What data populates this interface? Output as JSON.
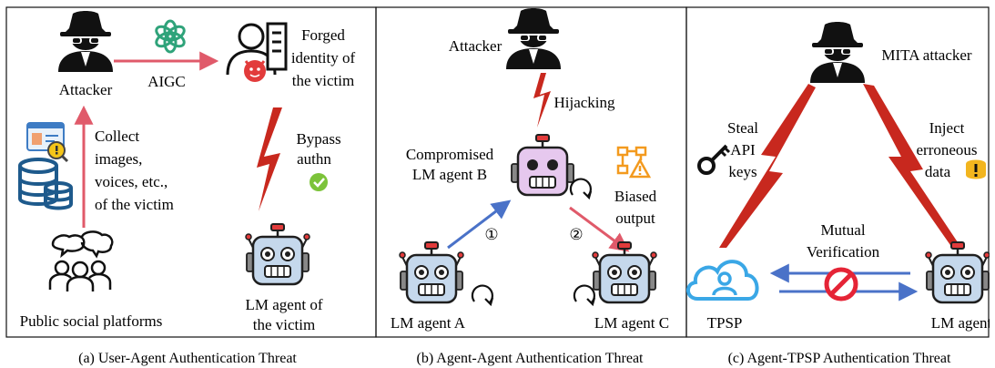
{
  "panel_a": {
    "attacker_label": "Attacker",
    "aigc_label": "AIGC",
    "forged_lines": [
      "Forged",
      "identity of",
      "the victim"
    ],
    "collect_lines": [
      "Collect",
      "images,",
      "voices, etc.,",
      "of the victim"
    ],
    "bypass_lines": [
      "Bypass",
      "authn"
    ],
    "public_label": "Public social platforms",
    "lm_victim_lines": [
      "LM agent of",
      "the victim"
    ],
    "caption": "(a) User-Agent Authentication Threat"
  },
  "panel_b": {
    "attacker_label": "Attacker",
    "hijacking_label": "Hijacking",
    "compromised_lines": [
      "Compromised",
      "LM agent B"
    ],
    "biased_lines": [
      "Biased",
      "output"
    ],
    "step1": "①",
    "step2": "②",
    "agent_a_label": "LM agent A",
    "agent_c_label": "LM agent C",
    "caption": "(b) Agent-Agent Authentication Threat"
  },
  "panel_c": {
    "attacker_label": "MITA attacker",
    "steal_lines": [
      "Steal",
      "API",
      "keys"
    ],
    "inject_lines": [
      "Inject",
      "erroneous",
      "data"
    ],
    "mutual_lines": [
      "Mutual",
      "Verification"
    ],
    "tpsp_label": "TPSP",
    "lm_agent_label": "LM agent",
    "caption": "(c) Agent-TPSP Authentication Threat"
  },
  "colors": {
    "red_arrow": "#e05a6a",
    "blue_arrow": "#4a72c8",
    "lightning": "#c8281e",
    "robot_body": "#c5d8ec",
    "robot_compromised": "#e6c8ee",
    "robot_outline": "#1f1f1f",
    "cloud": "#3aa7e6",
    "check": "#7cc33a",
    "warning": "#f2b51e",
    "no_sign": "#e52436",
    "network_orange": "#f39a1e"
  }
}
